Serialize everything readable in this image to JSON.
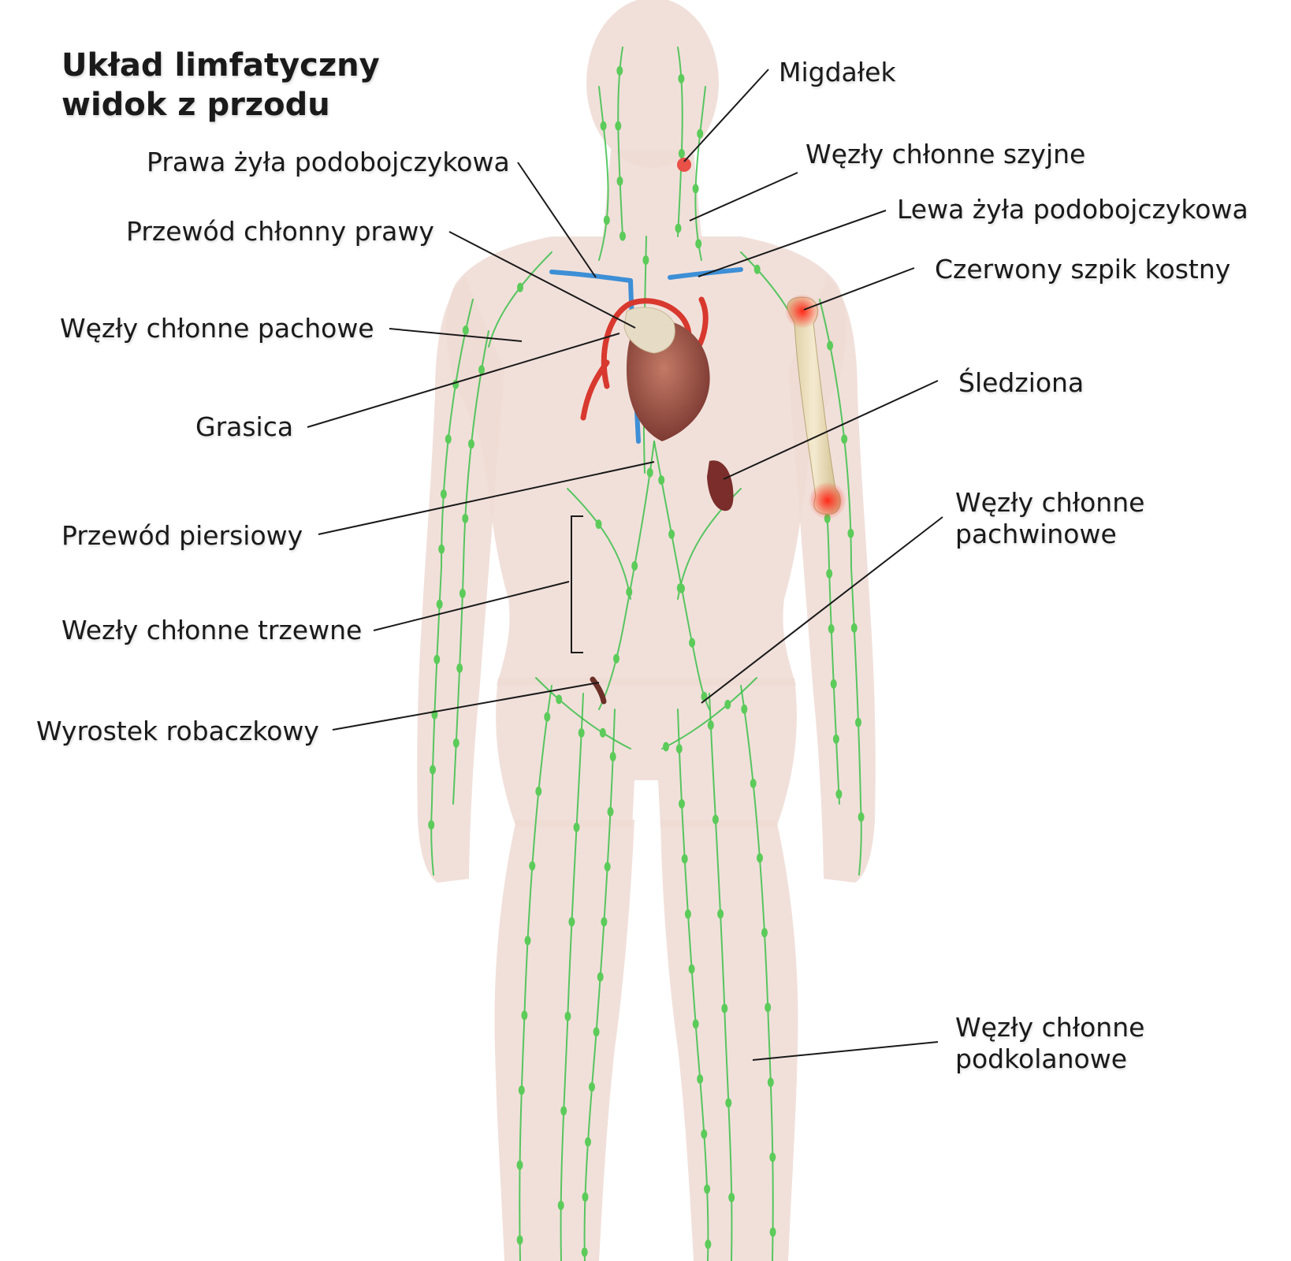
{
  "title": {
    "line1": "Układ limfatyczny",
    "line2": "widok z przodu"
  },
  "labels": {
    "migdalek": "Migdałek",
    "prawa_zyla": "Prawa żyła podobojczykowa",
    "wezly_szyjne": "Węzły chłonne szyjne",
    "lewa_zyla": "Lewa żyła podobojczykowa",
    "przewod_prawy": "Przewód chłonny prawy",
    "szpik": "Czerwony szpik kostny",
    "wezly_pachowe": "Węzły chłonne pachowe",
    "sledziona": "Śledziona",
    "grasica": "Grasica",
    "wezly_pachwinowe": [
      "Węzły chłonne",
      "pachwinowe"
    ],
    "przewod_piersiowy": "Przewód piersiowy",
    "wezly_trzewne": "Wezły chłonne trzewne",
    "wyrostek": "Wyrostek robaczkowy",
    "wezly_podkolanowe": [
      "Węzły chłonne",
      "podkolanowe"
    ]
  },
  "colors": {
    "skin": "#eedbd3",
    "lymph": "#3cc04a",
    "node": "#5ccb5a",
    "vein": "#3d8fd6",
    "artery": "#d8382e",
    "heart": "#9b5046",
    "spleen": "#7a2d2a",
    "bone": "#efe2bd",
    "marrow": "#ff2a1a",
    "leader": "#1a1a1a"
  }
}
